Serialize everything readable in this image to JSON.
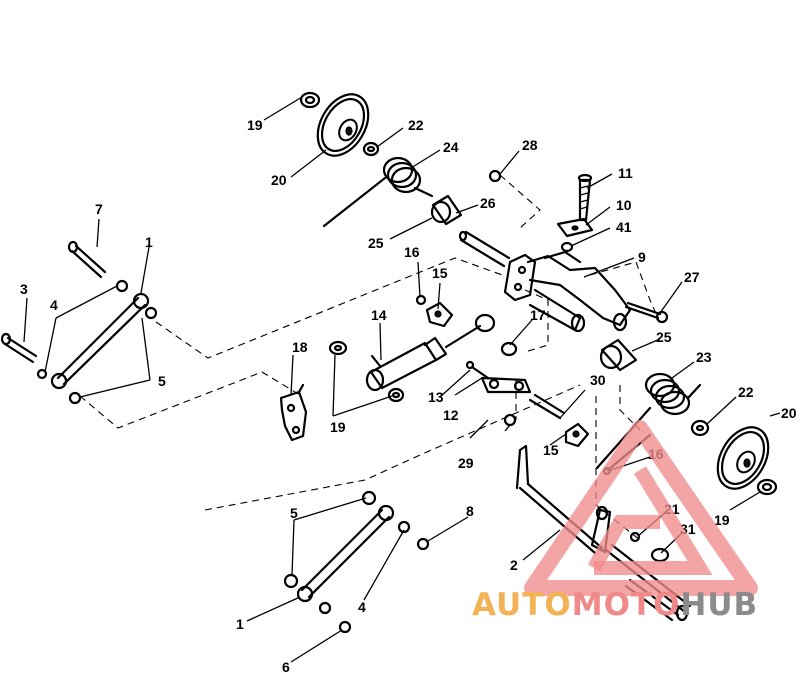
{
  "diagram": {
    "callouts": {
      "c1a": "1",
      "c1b": "1",
      "c2": "2",
      "c3": "3",
      "c4a": "4",
      "c4b": "4",
      "c5a": "5",
      "c5b": "5",
      "c6": "6",
      "c7": "7",
      "c8": "8",
      "c9": "9",
      "c10": "10",
      "c11": "11",
      "c12": "12",
      "c13": "13",
      "c14": "14",
      "c15a": "15",
      "c15b": "15",
      "c16a": "16",
      "c16b": "16",
      "c17": "17",
      "c18": "18",
      "c19a": "19",
      "c19b": "19",
      "c19c": "19",
      "c20a": "20",
      "c20b": "20",
      "c21": "21",
      "c22a": "22",
      "c22b": "22",
      "c23": "23",
      "c24": "24",
      "c25a": "25",
      "c25b": "25",
      "c26": "26",
      "c27": "27",
      "c28": "28",
      "c29": "29",
      "c30": "30",
      "c31": "31",
      "c41": "41"
    }
  },
  "watermark": {
    "part1": "AUTO",
    "part2": "MOTO",
    "part3": "HUB"
  },
  "colors": {
    "line": "#000000",
    "watermark_red": "#f08a8a",
    "watermark_orange": "#f2b357",
    "watermark_gray": "#8b8b8b"
  }
}
